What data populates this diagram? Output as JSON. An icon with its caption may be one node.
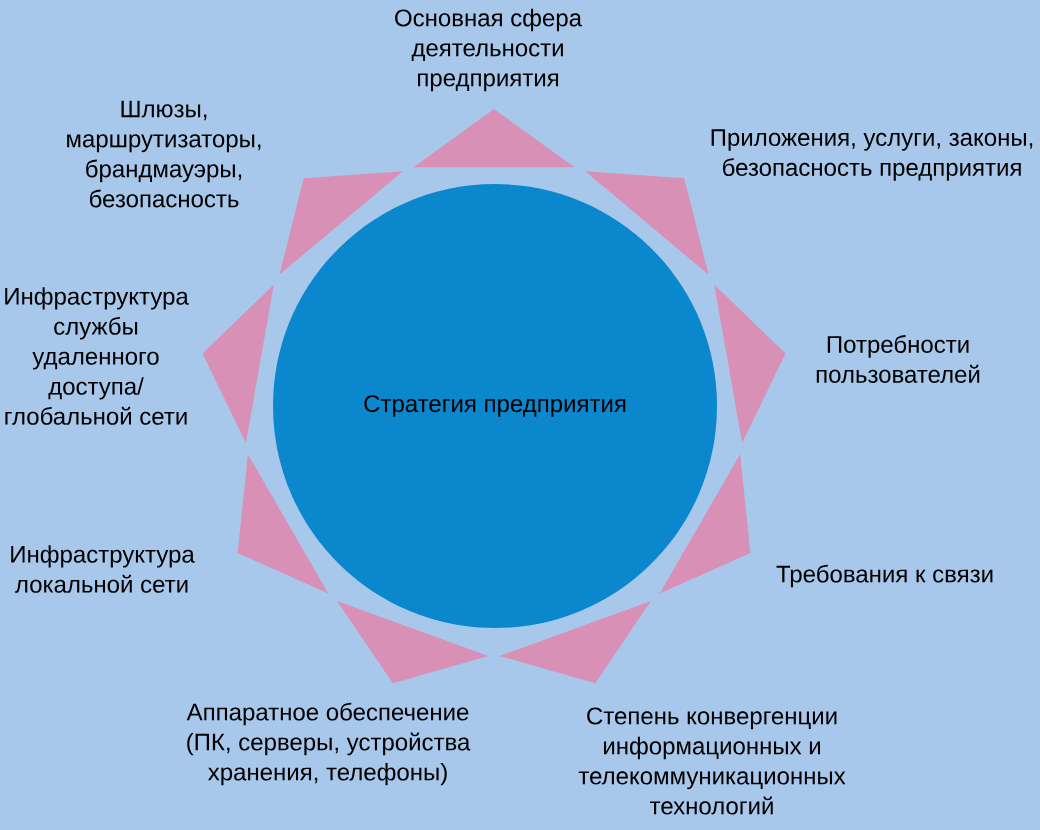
{
  "diagram": {
    "nodes": [
      {
        "text": [
          "Стратегия предприятия"
        ]
      }
    ],
    "labels": [
      "Основная сфера деятельности предприятия",
      "Приложения, услуги, законы, безопасность предприятия",
      "Потребности пользователей",
      "Требования к связи",
      "Степень конвергенции информационных и телекоммуникационных технологий",
      "Аппаратное обеспечение (ПК, серверы, устройства хранения, телефоны)",
      "Инфраструктура локальной сети",
      "Инфраструктура службы удаленного доступа/ глобальной сети",
      "Шлюзы, маршрутизаторы, брандмауэры, безопасность"
    ]
  }
}
